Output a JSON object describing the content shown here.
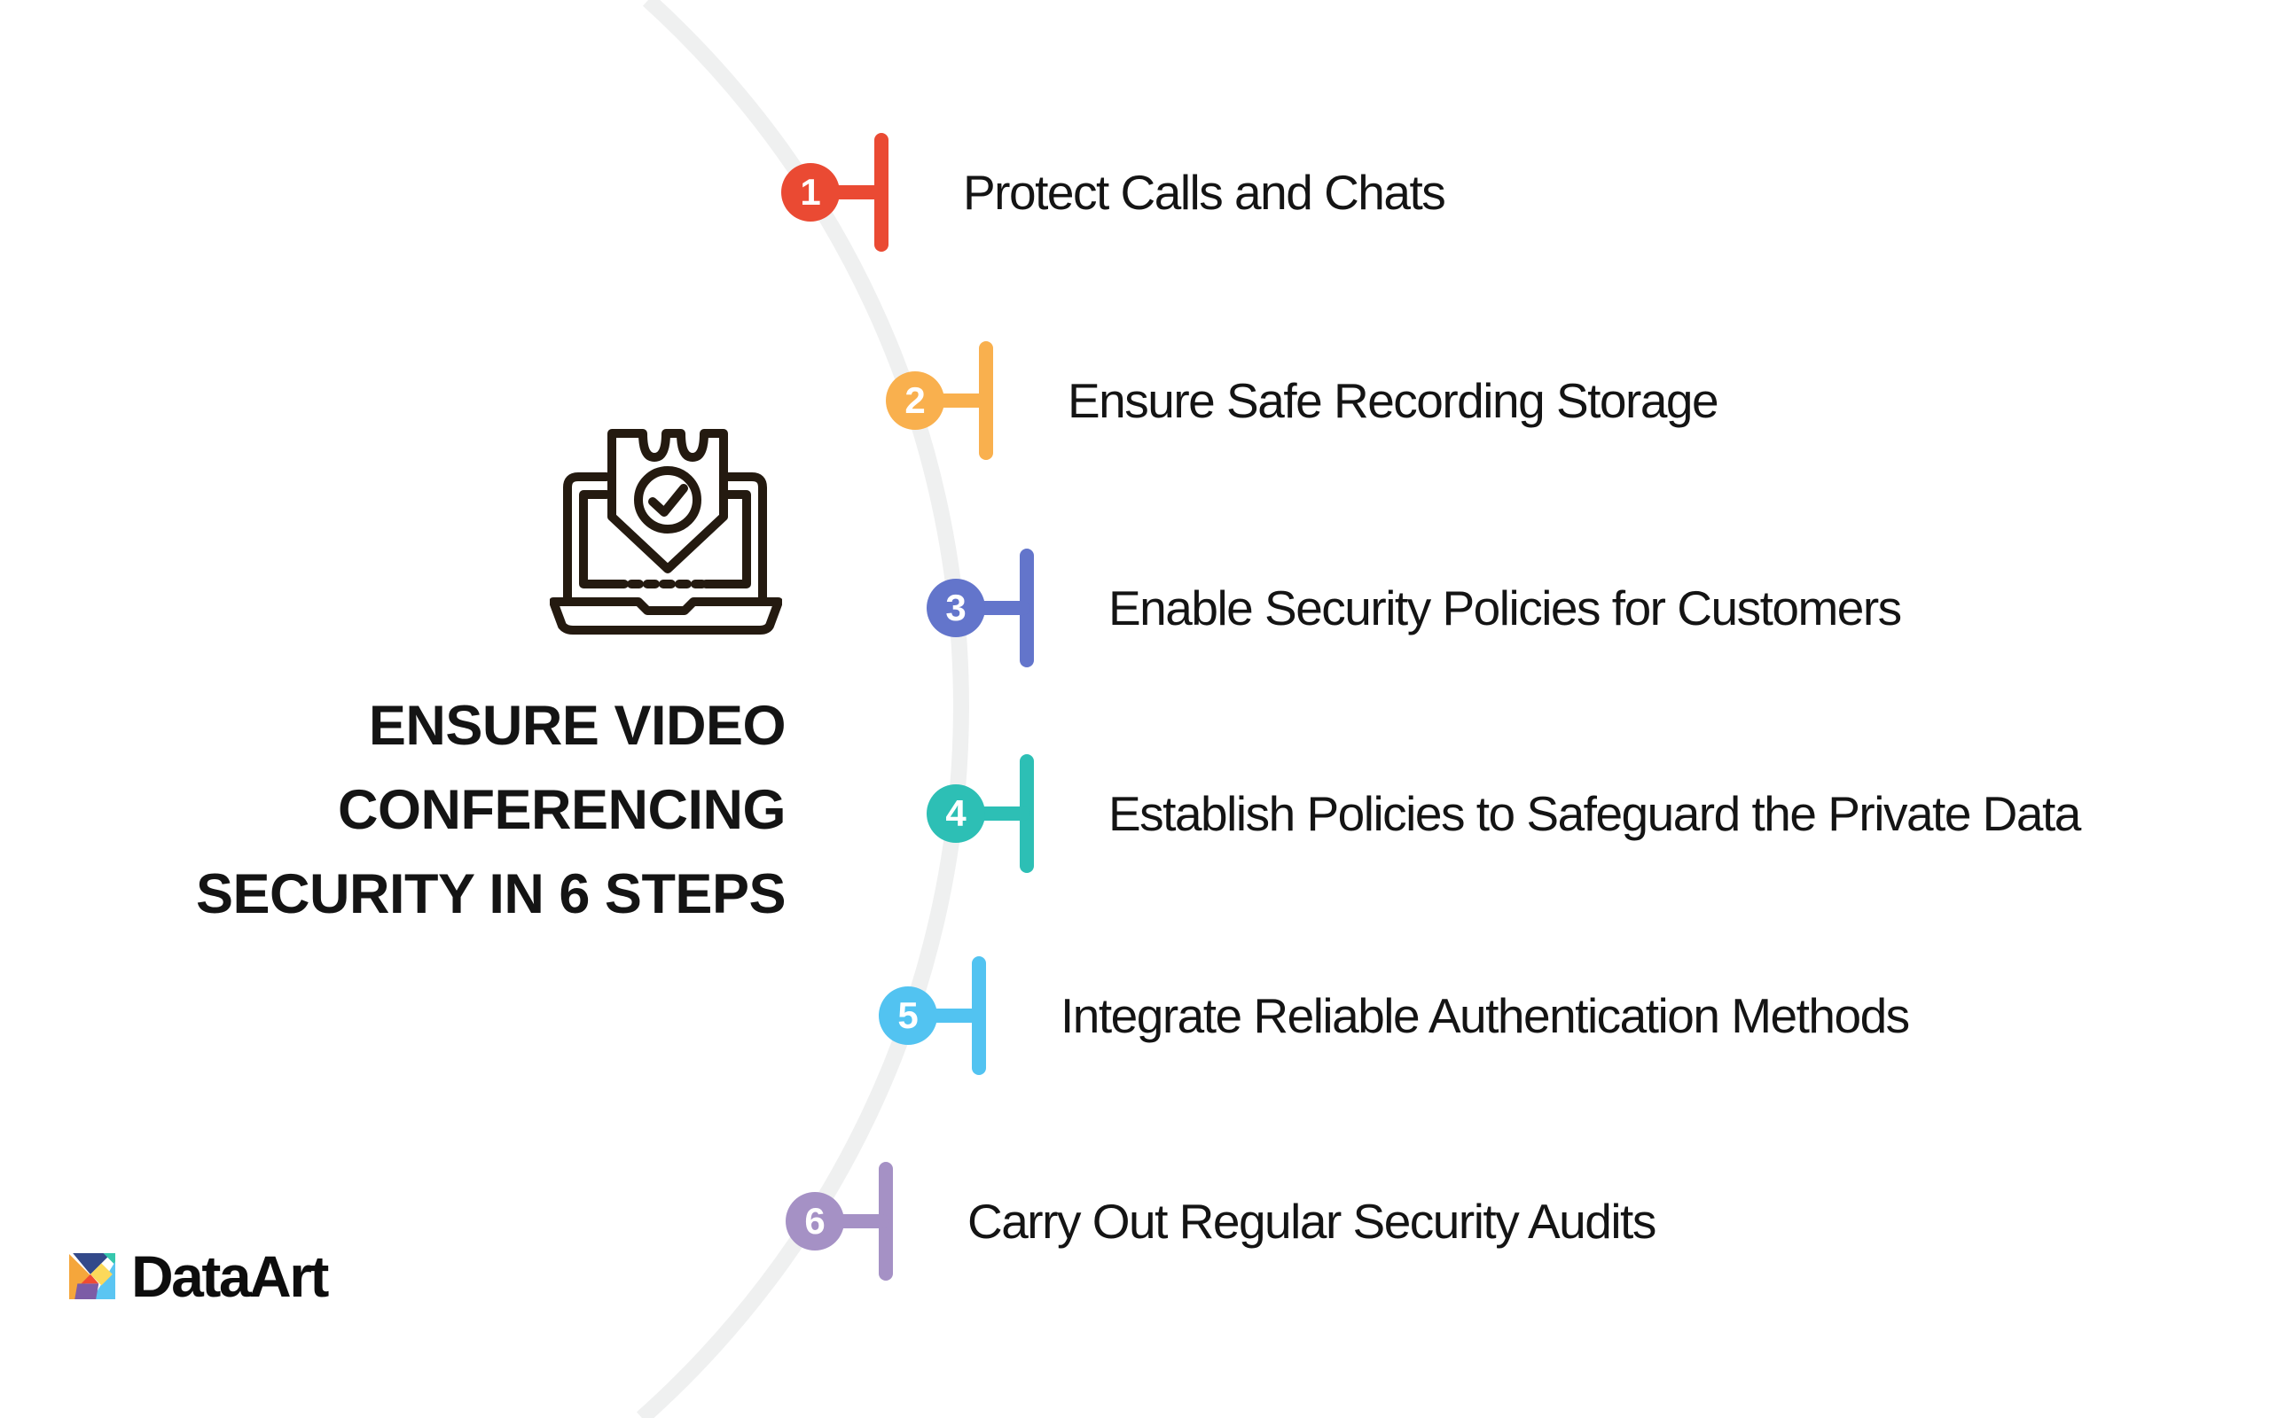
{
  "title": {
    "lines": [
      "ENSURE VIDEO",
      "CONFERENCING",
      "SECURITY IN 6 STEPS"
    ]
  },
  "steps": [
    {
      "number": "1",
      "label": "Protect Calls and Chats",
      "color": "#ea4a33"
    },
    {
      "number": "2",
      "label": "Ensure Safe Recording Storage",
      "color": "#f9b04e"
    },
    {
      "number": "3",
      "label": "Enable Security Policies for Customers",
      "color": "#6375cb"
    },
    {
      "number": "4",
      "label": "Establish Policies to Safeguard the Private Data",
      "color": "#2dbfb5"
    },
    {
      "number": "5",
      "label": "Integrate Reliable Authentication Methods",
      "color": "#52c3f1"
    },
    {
      "number": "6",
      "label": "Carry Out Regular Security Audits",
      "color": "#a591c5"
    }
  ],
  "icon": {
    "name": "laptop-shield-check-icon",
    "color": "#241a10"
  },
  "arc_color": "#eff0f0",
  "text_color": "#141414",
  "branding": {
    "logo_text": "DataArt",
    "logo_colors": {
      "navy": "#33498a",
      "teal": "#36c7ad",
      "sky": "#5bc5f2",
      "orange": "#f5a63b",
      "yellow": "#fcd95b",
      "red": "#f04b33",
      "purple": "#7c5ca6"
    }
  }
}
